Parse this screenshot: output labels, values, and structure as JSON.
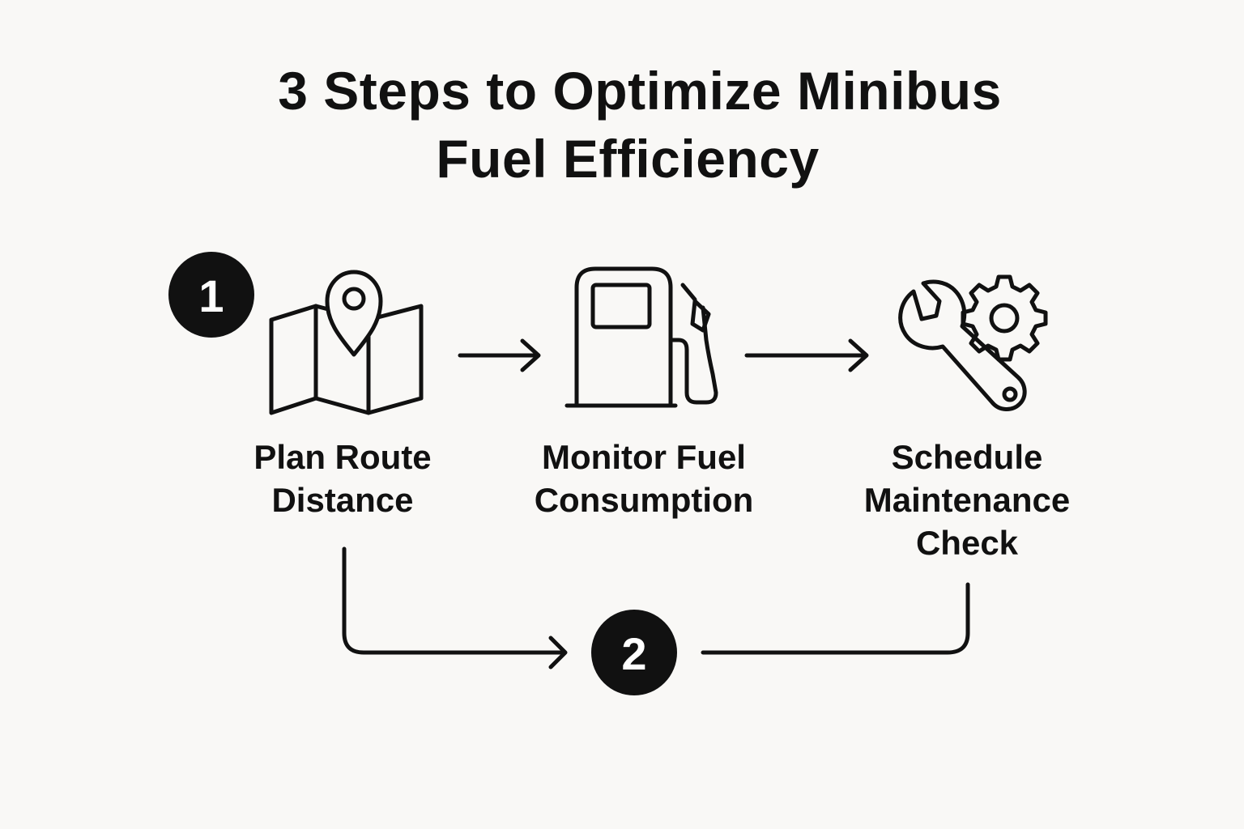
{
  "title": {
    "line1": "3 Steps to Optimize Minibus",
    "line2": "Fuel Efficiency"
  },
  "steps": [
    {
      "label_line1": "Plan Route",
      "label_line2": "Distance",
      "icon": "map-pin-icon"
    },
    {
      "label_line1": "Monitor Fuel",
      "label_line2": "Consumption",
      "icon": "fuel-pump-icon"
    },
    {
      "label_line1": "Schedule",
      "label_line2": "Maintenance",
      "label_line3": "Check",
      "icon": "wrench-gear-icon"
    }
  ],
  "badges": {
    "first": "1",
    "second": "2"
  },
  "colors": {
    "background": "#f9f8f6",
    "ink": "#111111",
    "badge_text": "#ffffff"
  }
}
